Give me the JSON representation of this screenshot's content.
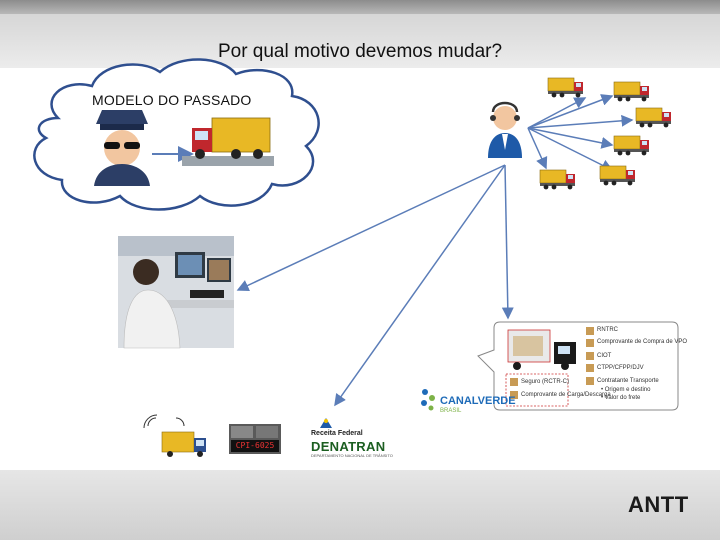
{
  "slide": {
    "title": "Por qual motivo devemos mudar?",
    "cloud_label": "MODELO DO  PASSADO"
  },
  "icons": {
    "inspector": "police-officer-icon",
    "headset_operator": "call-center-operator-icon",
    "monitoring_room": "monitoring-operator-photo",
    "truck": "truck-icon",
    "document": "document-icon",
    "wifi": "wireless-signal-icon"
  },
  "document_panel": {
    "items_right": [
      "RNTRC",
      "Comprovante de Compra de VPO",
      "CIOT",
      "CTPP/CFPP/DJV",
      "Contratante Transporte",
      "• Origem e destino",
      "• Valor do frete"
    ],
    "items_left": [
      "Seguro (RCTR-C)",
      "Comprovante de Carga/Descarga"
    ]
  },
  "plate_text": "CPI-6025",
  "logos": {
    "receita": "Receita Federal",
    "denatran": "DENATRAN",
    "denatran_sub": "DEPARTAMENTO NACIONAL DE TRÂNSITO",
    "canal_verde": "CANALVERDE",
    "canal_verde_sub": "BRASIL",
    "antt": "ANTT"
  },
  "colors": {
    "arrow": "#5b7db8",
    "truck_yellow": "#e8b825",
    "truck_red": "#c0272d",
    "cloud_stroke": "#2f4f8f",
    "antt_green": "#2e8b3e",
    "antt_blue": "#1e5aa8",
    "antt_yellow": "#f2c300"
  }
}
